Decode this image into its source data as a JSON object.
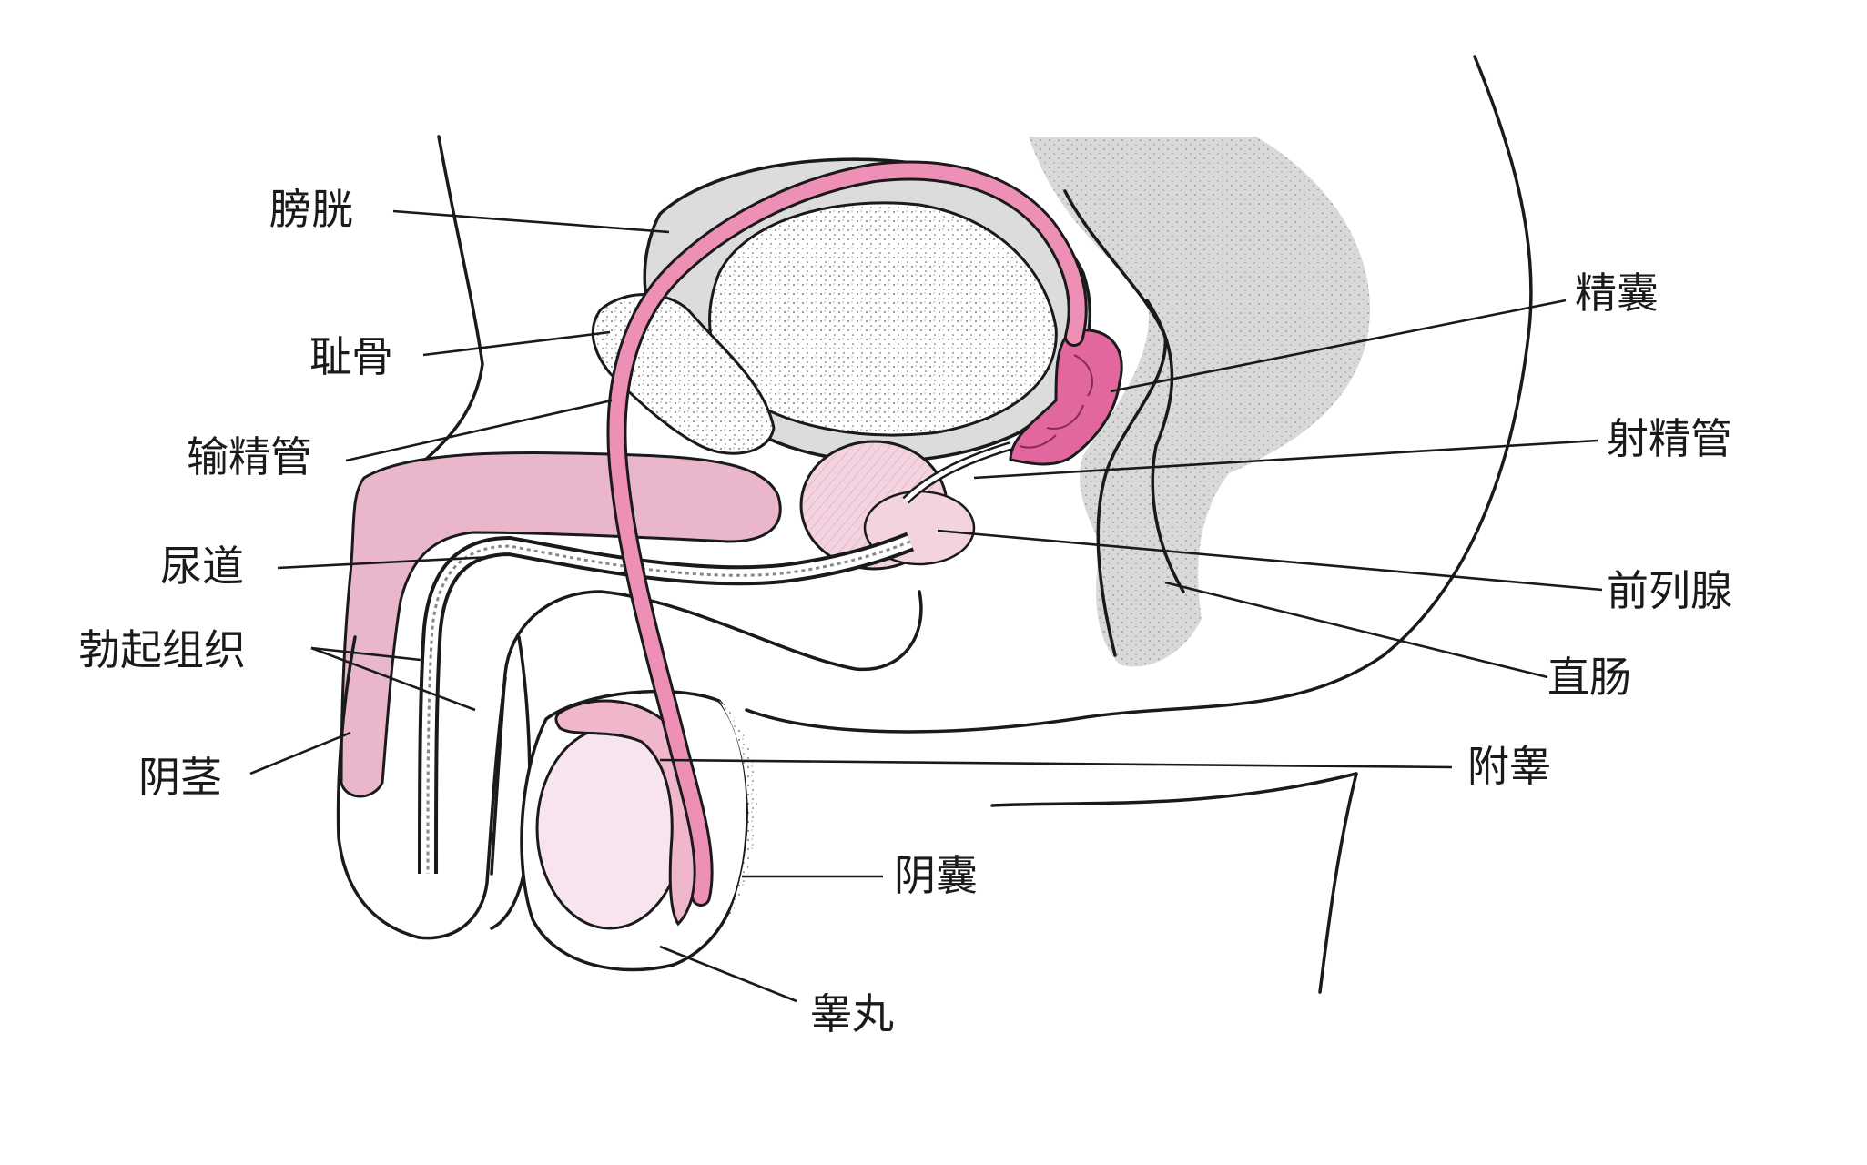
{
  "labels": {
    "bladder": "膀胱",
    "pubic_bone": "耻骨",
    "vas_deferens": "输精管",
    "urethra": "尿道",
    "erectile_tissue": "勃起组织",
    "penis": "阴茎",
    "seminal_vesicle": "精囊",
    "ejaculatory_duct": "射精管",
    "prostate": "前列腺",
    "rectum": "直肠",
    "epididymis": "附睾",
    "scrotum": "阴囊",
    "testis": "睾丸"
  },
  "colors": {
    "pink_duct": "#ee8fb6",
    "pink_dark": "#e1679e",
    "pink_light": "#f6cfe0",
    "pink_pale": "#f8e4ee",
    "grey_fill": "#dcdcdc",
    "line": "#1a1a1a"
  }
}
